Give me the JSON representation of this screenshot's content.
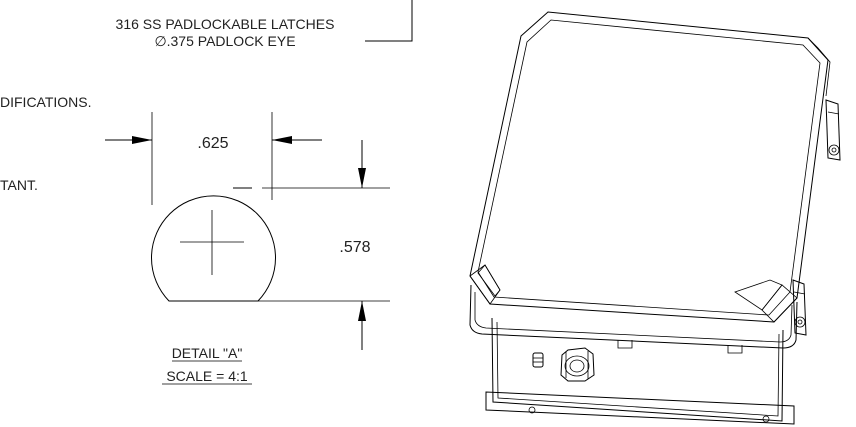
{
  "callout": {
    "line1": "316 SS PADLOCKABLE LATCHES",
    "line2": "∅.375 PADLOCK EYE"
  },
  "notes": {
    "fragment1": "DIFICATIONS.",
    "fragment2": "TANT."
  },
  "detail": {
    "width_dim": ".625",
    "height_dim": ".578",
    "title": "DETAIL \"A\"",
    "scale": "SCALE = 4:1"
  }
}
